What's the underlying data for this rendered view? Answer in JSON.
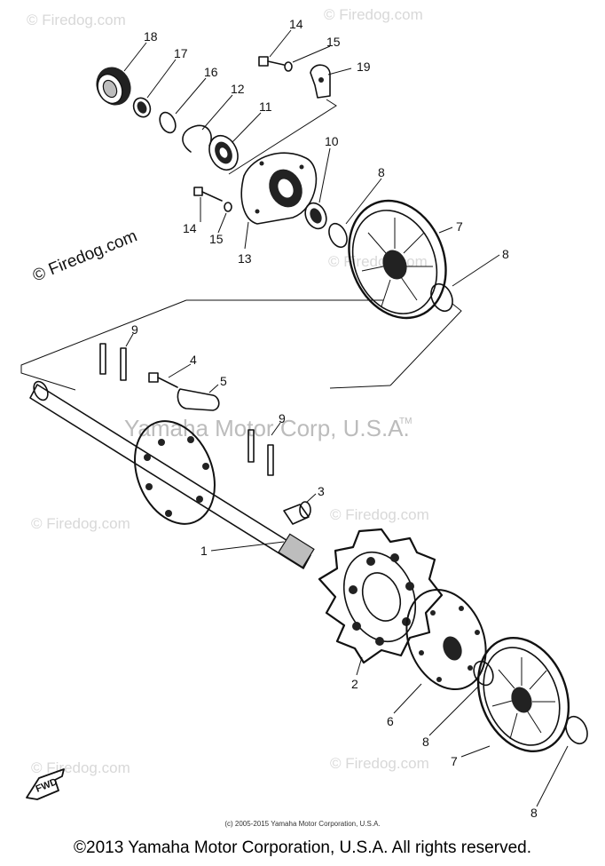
{
  "diagram": {
    "callouts": [
      "18",
      "17",
      "16",
      "12",
      "11",
      "14",
      "15",
      "19",
      "14",
      "15",
      "13",
      "10",
      "8",
      "7",
      "8",
      "9",
      "4",
      "5",
      "9",
      "3",
      "1",
      "2",
      "6",
      "8",
      "7",
      "8"
    ],
    "fwd_label": "FWD"
  },
  "watermarks": {
    "site": "© Firedog.com",
    "brand": "Yamaha Motor Corp, U.S.A.",
    "tm": "TM"
  },
  "credit": "(c) 2005-2015 Yamaha Motor Corporation, U.S.A.",
  "footer": "©2013 Yamaha Motor Corporation, U.S.A. All rights reserved."
}
